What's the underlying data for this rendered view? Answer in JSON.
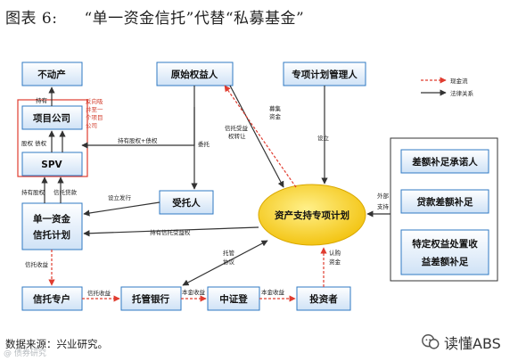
{
  "title": {
    "figure_number": "图表 6:",
    "text": "“单一资金信托”代替“私募基金”"
  },
  "legend": {
    "cash_flow": "现金流",
    "legal": "法律关系"
  },
  "boxes": {
    "real_estate": "不动产",
    "project_company": "项目公司",
    "spv": "SPV",
    "trust_plan_l1": "单一资金",
    "trust_plan_l2": "信托计划",
    "trust_account": "信托专户",
    "original_owner": "原始权益人",
    "trustee": "受托人",
    "custodian": "托管银行",
    "csdc": "中证登",
    "plan_manager": "专项计划管理人",
    "abs_plan": "资产支持专项计划",
    "investor": "投资者",
    "credit_support": "差额补足承诺人",
    "loan_support": "贷款差额补足",
    "disposal_l1": "特定权益处置收",
    "disposal_l2": "益差额补足"
  },
  "labels": {
    "holds": "持有",
    "reverse_guarantee": [
      "反向吸",
      "并至一",
      "个项目",
      "公司"
    ],
    "equity_debt": "持有股权+债权",
    "equity_debt_short": "股权 债权",
    "hold_equity": "持有股权",
    "trust_loan": "信托贷款",
    "establish": "设立发行",
    "entrust": "委托",
    "transfer": [
      "信托受益",
      "权转让"
    ],
    "raise": [
      "募集",
      "资金"
    ],
    "setup": "设立",
    "external_support": [
      "外部",
      "支持"
    ],
    "hold_beneficial": "持有信托受益权",
    "trust_income": "信托收益",
    "trust_income_2": "信托收益",
    "custody_agreement": [
      "托管",
      "协议"
    ],
    "principal_income": "本金收益",
    "principal_income_2": "本金收益",
    "subscribe": [
      "认购",
      "资金"
    ]
  },
  "source": "数据来源：兴业研究。",
  "watermark": {
    "left": "@ 债券研究",
    "right": "读懂ABS"
  },
  "colors": {
    "box": "#2f79c3",
    "arrow": "#333333",
    "cash": "#e03c2f",
    "ellipse": "#f4c40f"
  }
}
